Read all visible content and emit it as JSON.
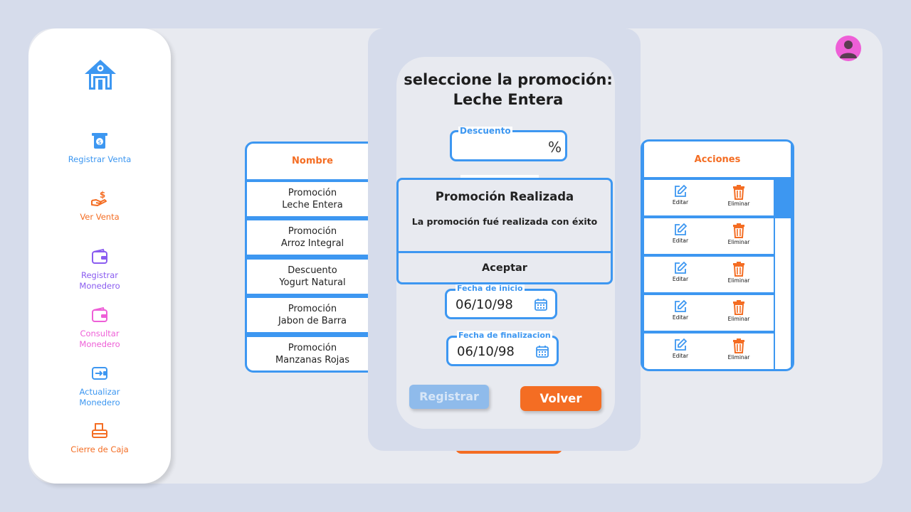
{
  "sidebar": {
    "items": [
      {
        "label": "Registrar Venta",
        "icon": "cash-register-icon",
        "color": "#3d97f1"
      },
      {
        "label": "Ver Venta",
        "icon": "hand-dollar-icon",
        "color": "#f46d23"
      },
      {
        "label": "Registrar\nMonedero",
        "icon": "wallet-icon",
        "color": "#8a5cf0"
      },
      {
        "label": "Consultar\nMonedero",
        "icon": "wallet-icon",
        "color": "#ee5fd7"
      },
      {
        "label": "Actualizar\nMonedero",
        "icon": "wallet-arrow-icon",
        "color": "#3d97f1"
      },
      {
        "label": "Cierre de Caja",
        "icon": "cash-box-icon",
        "color": "#f46d23"
      }
    ]
  },
  "table": {
    "name_header": "Nombre",
    "actions_header": "Acciones",
    "edit_label": "Editar",
    "delete_label": "Eliminar",
    "rows": [
      {
        "line1": "Promoción",
        "line2": "Leche Entera"
      },
      {
        "line1": "Promoción",
        "line2": "Arroz Integral"
      },
      {
        "line1": "Descuento",
        "line2": "Yogurt Natural"
      },
      {
        "line1": "Promoción",
        "line2": "Jabon de Barra"
      },
      {
        "line1": "Promoción",
        "line2": "Manzanas Rojas"
      }
    ]
  },
  "modal": {
    "title_line1": "seleccione la promoción:",
    "title_line2": "Leche Entera",
    "discount_label": "Descuento",
    "discount_unit": "%",
    "start_label": "Fecha de inicio",
    "start_value": "06/10/98",
    "end_label": "Fecha de finalizacion",
    "end_value": "06/10/98",
    "register_button": "Registrar",
    "back_button": "Volver"
  },
  "alert": {
    "title": "Promoción Realizada",
    "message": "La promoción fué realizada con éxito",
    "accept_button": "Aceptar"
  },
  "colors": {
    "accent_blue": "#3d97f1",
    "accent_orange": "#f46d23",
    "avatar_pink": "#ee5fd7"
  }
}
